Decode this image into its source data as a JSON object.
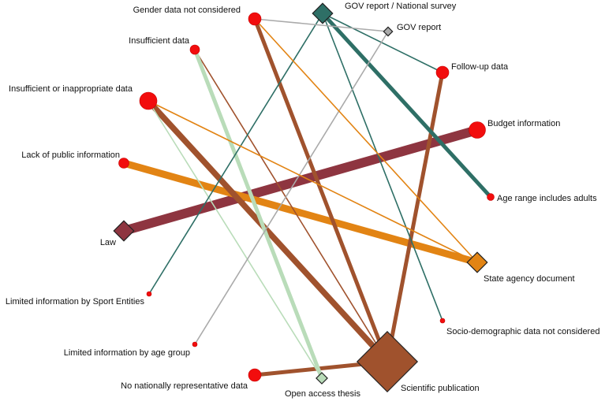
{
  "diagram": {
    "colors": {
      "red_node": "#f20d0d",
      "red_node_stroke": "#c40000",
      "node_stroke": "#222222",
      "gov_survey": "#2e6f66",
      "gov_report": "#aaaaaa",
      "law": "#8e3540",
      "state_agency": "#e28414",
      "scientific": "#a0522d",
      "open_access": "#b9dcb9"
    },
    "nodes": {
      "gender": {
        "label": "Gender data not considered"
      },
      "insufficient": {
        "label": "Insufficient data"
      },
      "inapprop": {
        "label": "Insufficient or inappropriate data"
      },
      "lackpub": {
        "label": "Lack of public information"
      },
      "law": {
        "label": "Law"
      },
      "sport": {
        "label": "Limited information by Sport Entities"
      },
      "agegroup": {
        "label": "Limited information by age group"
      },
      "nonat": {
        "label": "No nationally representative data"
      },
      "openaccess": {
        "label": "Open access thesis"
      },
      "scientific": {
        "label": "Scientific publication"
      },
      "socio": {
        "label": "Socio-demographic data not considered"
      },
      "state": {
        "label": "State agency document"
      },
      "agerange": {
        "label": "Age range includes adults"
      },
      "budget": {
        "label": "Budget information"
      },
      "followup": {
        "label": "Follow-up data"
      },
      "govreport": {
        "label": "GOV report"
      },
      "govsurvey": {
        "label": "GOV report / National survey"
      }
    },
    "edges": [
      {
        "from": "budget",
        "to": "law",
        "color": "law",
        "weight": 5
      },
      {
        "from": "lackpub",
        "to": "state",
        "color": "state_agency",
        "weight": 4
      },
      {
        "from": "inapprop",
        "to": "scientific",
        "color": "scientific",
        "weight": 3
      },
      {
        "from": "gender",
        "to": "scientific",
        "color": "scientific",
        "weight": 2
      },
      {
        "from": "followup",
        "to": "scientific",
        "color": "scientific",
        "weight": 2
      },
      {
        "from": "nonat",
        "to": "scientific",
        "color": "scientific",
        "weight": 2
      },
      {
        "from": "insufficient",
        "to": "scientific",
        "color": "scientific",
        "weight": 1
      },
      {
        "from": "insufficient",
        "to": "openaccess",
        "color": "open_access",
        "weight": 2
      },
      {
        "from": "inapprop",
        "to": "openaccess",
        "color": "open_access",
        "weight": 1
      },
      {
        "from": "agerange",
        "to": "govsurvey",
        "color": "gov_survey",
        "weight": 2
      },
      {
        "from": "followup",
        "to": "govsurvey",
        "color": "gov_survey",
        "weight": 1
      },
      {
        "from": "sport",
        "to": "govsurvey",
        "color": "gov_survey",
        "weight": 1
      },
      {
        "from": "socio",
        "to": "govsurvey",
        "color": "gov_survey",
        "weight": 1
      },
      {
        "from": "gender",
        "to": "govreport",
        "color": "gov_report",
        "weight": 1
      },
      {
        "from": "agegroup",
        "to": "govreport",
        "color": "gov_report",
        "weight": 1
      },
      {
        "from": "gender",
        "to": "state",
        "color": "state_agency",
        "weight": 1
      },
      {
        "from": "inapprop",
        "to": "state",
        "color": "state_agency",
        "weight": 1
      }
    ]
  }
}
